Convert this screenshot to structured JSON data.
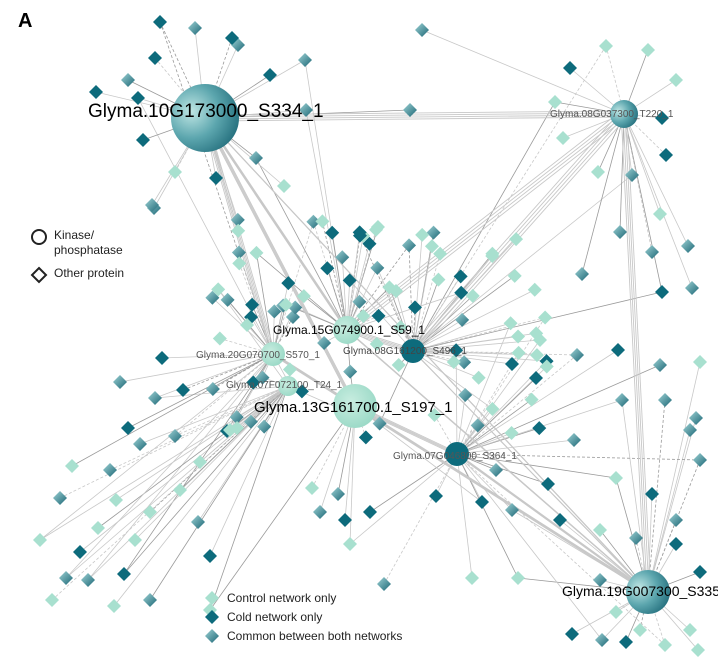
{
  "panel_label": "A",
  "colors": {
    "control": "#a8e0cf",
    "cold": "#0d6b7c",
    "common_light": "#6fb2bb",
    "common_dark": "#1d6e7d",
    "edge": "#c8c8c8",
    "edge_dark": "#9a9a9a"
  },
  "shape_legend": [
    {
      "shape": "circle",
      "label": "Kinase/ phosphatase"
    },
    {
      "shape": "diamond",
      "label": "Other protein"
    }
  ],
  "color_legend": [
    {
      "type": "control",
      "label": "Control network only"
    },
    {
      "type": "cold",
      "label": "Cold network only"
    },
    {
      "type": "common",
      "label": "Common between both networks"
    }
  ],
  "hubs": [
    {
      "id": "h1",
      "label": "Glyma.10G173000_S334_1",
      "type": "common",
      "text_size": "large"
    },
    {
      "id": "h2",
      "label": "Glyma.08G037300_T220_1",
      "type": "common",
      "text_size": "small"
    },
    {
      "id": "h3",
      "label": "Glyma.15G074900.1_S59_1",
      "type": "control",
      "text_size": "medium"
    },
    {
      "id": "h4",
      "label": "Glyma.08G161200_S496_1",
      "type": "cold",
      "text_size": "small"
    },
    {
      "id": "h5",
      "label": "Glyma.20G070700_S570_1",
      "type": "control",
      "text_size": "small"
    },
    {
      "id": "h6",
      "label": "Glyma.07F072100_T24_1",
      "type": "control",
      "text_size": "small"
    },
    {
      "id": "h7",
      "label": "Glyma.13G161700.1_S197_1",
      "type": "control",
      "text_size": "large"
    },
    {
      "id": "h8",
      "label": "Glyma.07G046800_S364_1",
      "type": "cold",
      "text_size": "small"
    },
    {
      "id": "h9",
      "label": "Glyma.19G007300_S335",
      "type": "common",
      "text_size": "medium"
    }
  ]
}
